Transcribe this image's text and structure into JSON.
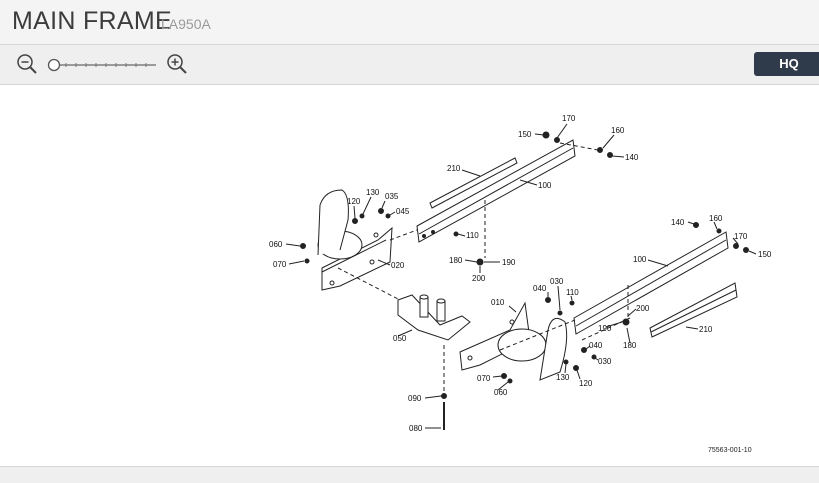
{
  "header": {
    "title": "MAIN FRAME",
    "model": "LA950A"
  },
  "toolbar": {
    "zoom_out_icon": "zoom-out-icon",
    "zoom_in_icon": "zoom-in-icon",
    "zoom_level": 0,
    "hq_label": "HQ"
  },
  "diagram": {
    "drawing_number": "75563-001-10",
    "callouts": [
      "150",
      "170",
      "160",
      "140",
      "210",
      "100",
      "130",
      "035",
      "045",
      "120",
      "110",
      "060",
      "070",
      "020",
      "180",
      "190",
      "200",
      "140",
      "160",
      "170",
      "150",
      "100",
      "040",
      "030",
      "110",
      "010",
      "200",
      "190",
      "180",
      "210",
      "050",
      "040",
      "030",
      "070",
      "060",
      "130",
      "120",
      "090",
      "080"
    ]
  }
}
